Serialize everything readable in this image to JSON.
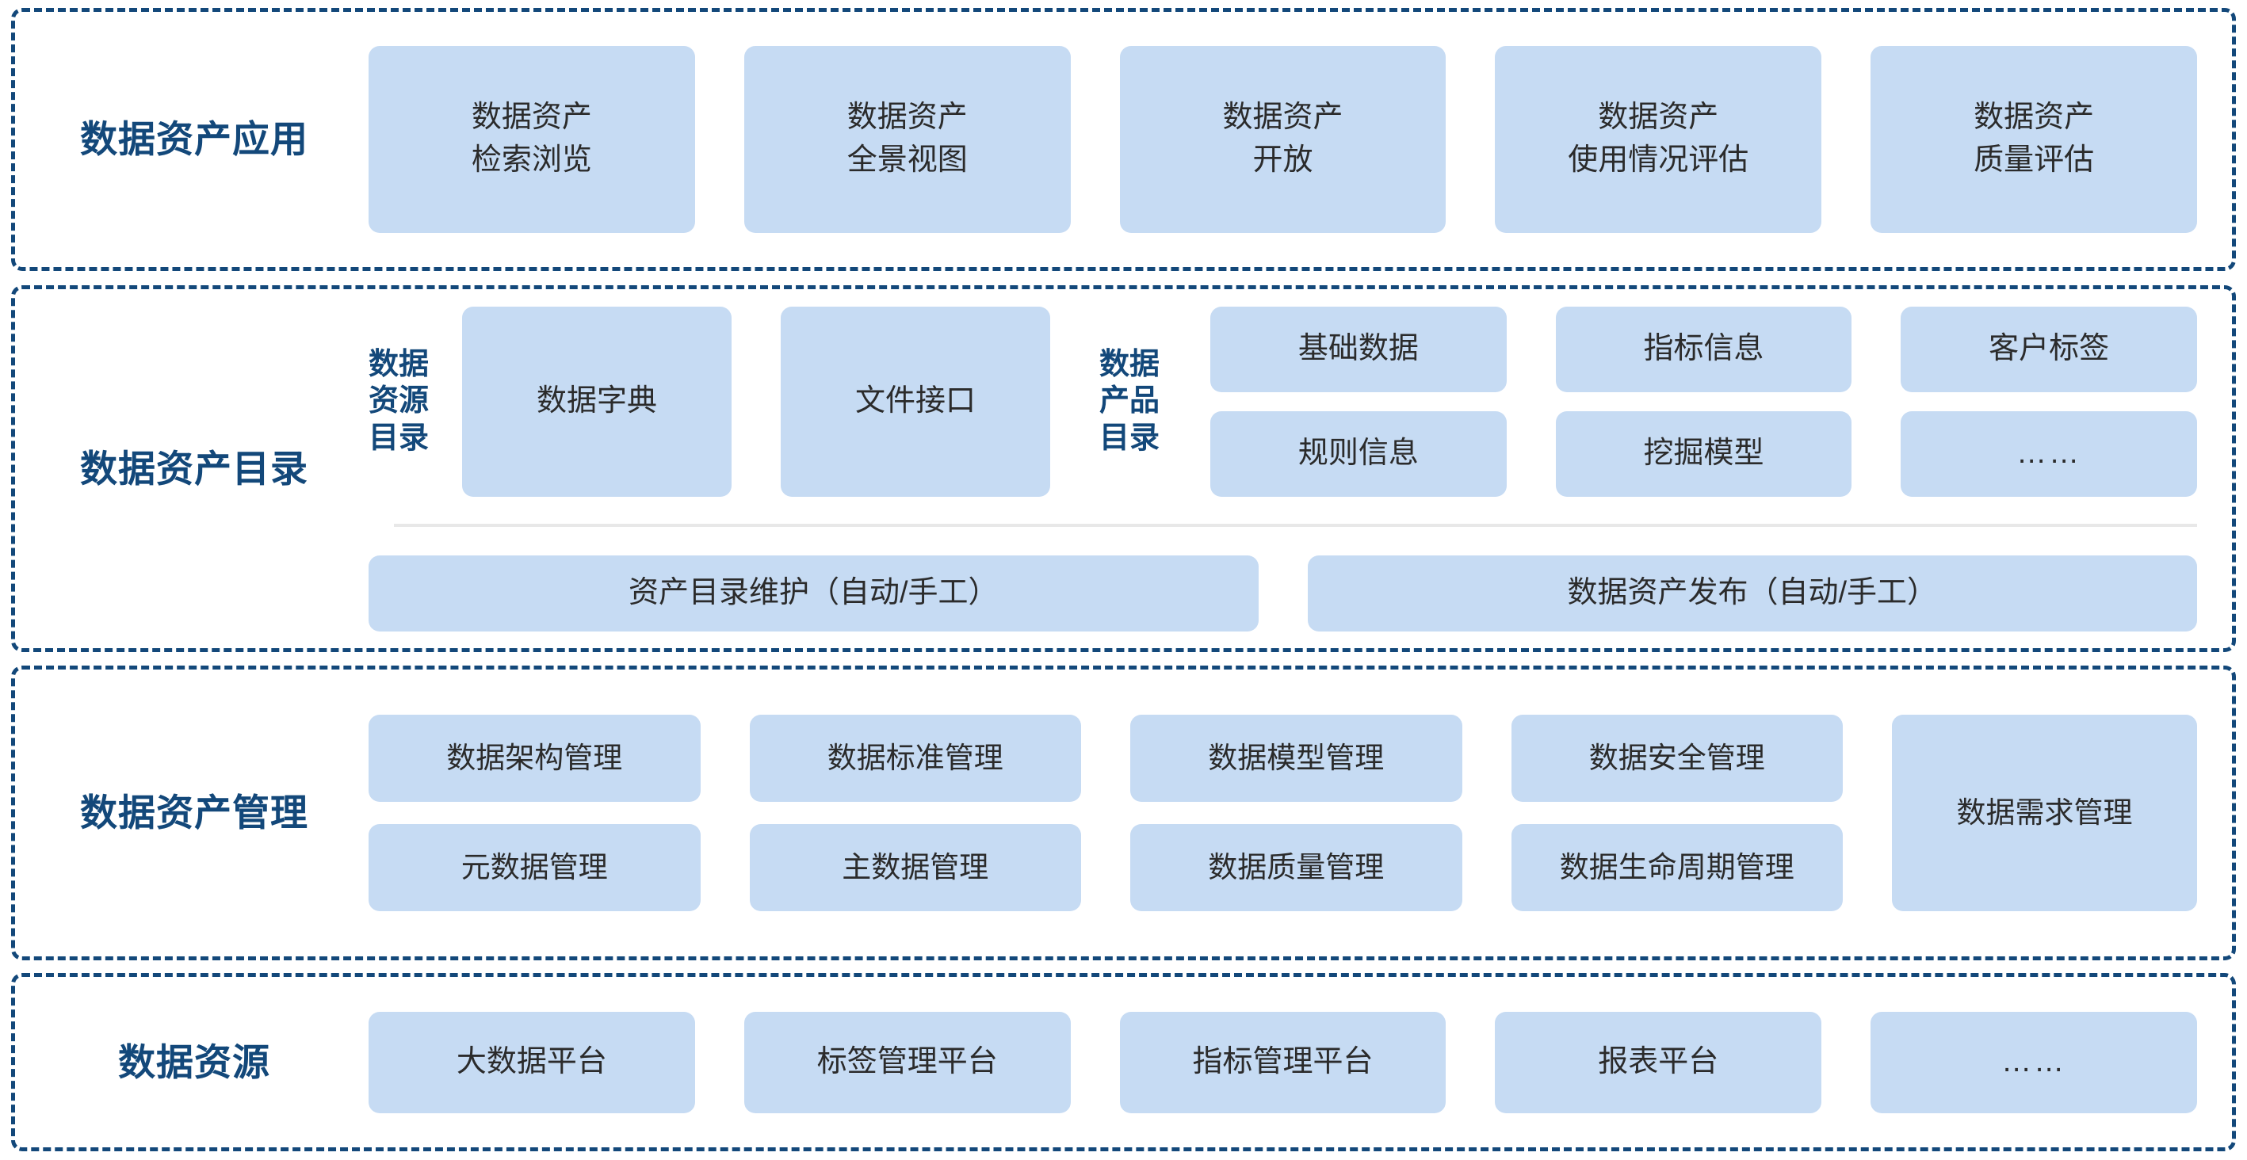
{
  "diagram": {
    "title_color": "#13487a",
    "card_color": "#c6dbf3",
    "border_color": "#13487a",
    "sections": [
      {
        "id": "application",
        "label": "数据资产应用",
        "items": [
          "数据资产\n检索浏览",
          "数据资产\n全景视图",
          "数据资产\n开放",
          "数据资产\n使用情况评估",
          "数据资产\n质量评估"
        ]
      },
      {
        "id": "catalog",
        "label": "数据资产目录",
        "resource_catalog_label": "数据\n资源\n目录",
        "resource_items": [
          "数据字典",
          "文件接口"
        ],
        "product_catalog_label": "数据\n产品\n目录",
        "product_items": [
          "基础数据",
          "指标信息",
          "客户标签",
          "规则信息",
          "挖掘模型",
          "……"
        ],
        "bottom_items": [
          "资产目录维护（自动/手工）",
          "数据资产发布（自动/手工）"
        ]
      },
      {
        "id": "management",
        "label": "数据资产管理",
        "grid_items": [
          "数据架构管理",
          "数据标准管理",
          "数据模型管理",
          "数据安全管理",
          "元数据管理",
          "主数据管理",
          "数据质量管理",
          "数据生命周期管理"
        ],
        "tall_item": "数据需求管理"
      },
      {
        "id": "resource",
        "label": "数据资源",
        "items": [
          "大数据平台",
          "标签管理平台",
          "指标管理平台",
          "报表平台",
          "……"
        ]
      }
    ]
  }
}
